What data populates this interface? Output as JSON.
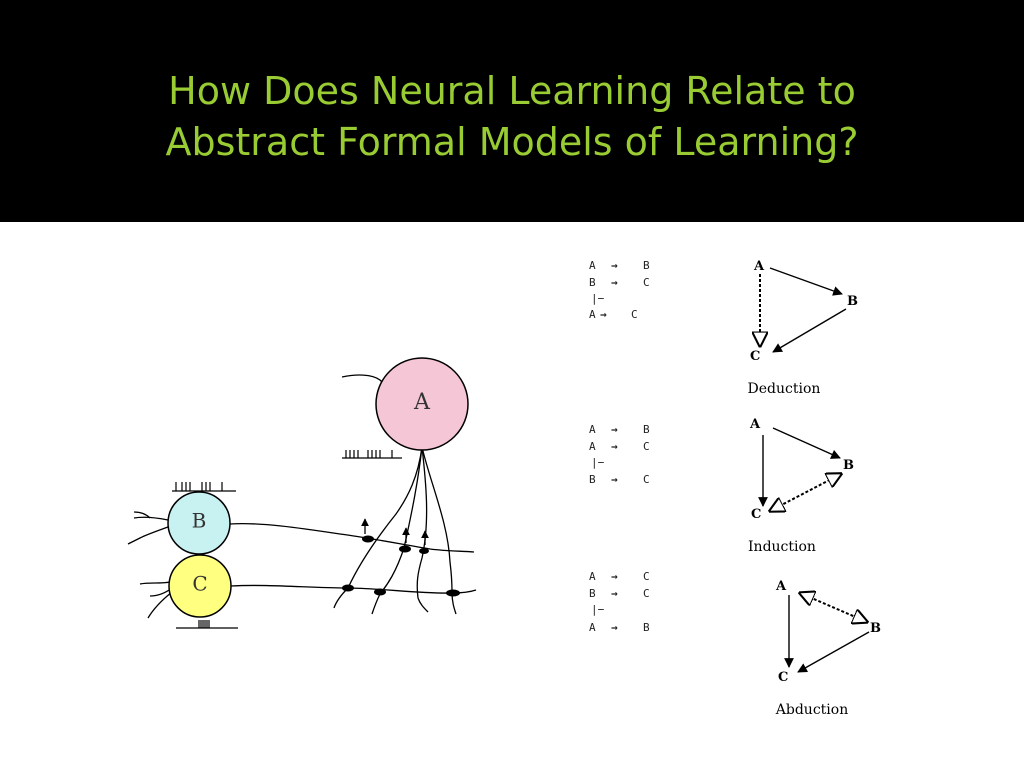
{
  "slide": {
    "title_line1": "How Does Neural Learning Relate to",
    "title_line2": "Abstract Formal Models of Learning?"
  },
  "colors": {
    "header_bg": "#000000",
    "title": "#99cc33",
    "neuron_a": "#f4c6d6",
    "neuron_b": "#c8f2f2",
    "neuron_c": "#ffff80"
  },
  "neurons": {
    "a": "A",
    "b": "B",
    "c": "C"
  },
  "arrow_glyph": "→",
  "turnstile": "|−",
  "inferences": [
    {
      "name": "Deduction",
      "premise1": [
        "A",
        "B"
      ],
      "premise2": [
        "B",
        "C"
      ],
      "conclusion": [
        "A",
        "C"
      ],
      "nodes": [
        "A",
        "B",
        "C"
      ]
    },
    {
      "name": "Induction",
      "premise1": [
        "A",
        "B"
      ],
      "premise2": [
        "A",
        "C"
      ],
      "conclusion": [
        "B",
        "C"
      ],
      "nodes": [
        "A",
        "B",
        "C"
      ]
    },
    {
      "name": "Abduction",
      "premise1": [
        "A",
        "C"
      ],
      "premise2": [
        "B",
        "C"
      ],
      "conclusion": [
        "A",
        "B"
      ],
      "nodes": [
        "A",
        "B",
        "C"
      ]
    }
  ]
}
